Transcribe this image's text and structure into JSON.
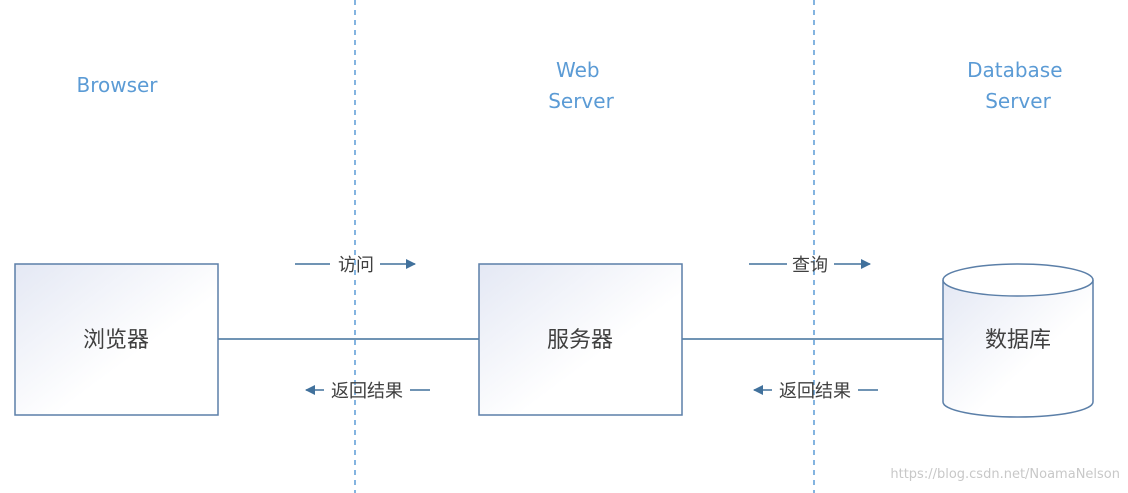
{
  "tiers": {
    "browser": [
      "Browser"
    ],
    "web_server": [
      "Web",
      "Server"
    ],
    "database_server": [
      "Database",
      "Server"
    ]
  },
  "nodes": {
    "browser": "浏览器",
    "web_server": "服务器",
    "database": "数据库"
  },
  "arrows": {
    "browser_to_server": "访问",
    "server_to_browser": "返回结果",
    "server_to_database": "查询",
    "database_to_server": "返回结果"
  },
  "watermark": "https://blog.csdn.net/NoamaNelson",
  "colors": {
    "line": "#41719c",
    "divider": "#5b9bd5",
    "tier_text": "#5b9bd5",
    "box_stroke": "#5b7fa8",
    "box_fill_start": "#e4e8f4",
    "box_fill_end": "#ffffff",
    "text": "#404040"
  }
}
